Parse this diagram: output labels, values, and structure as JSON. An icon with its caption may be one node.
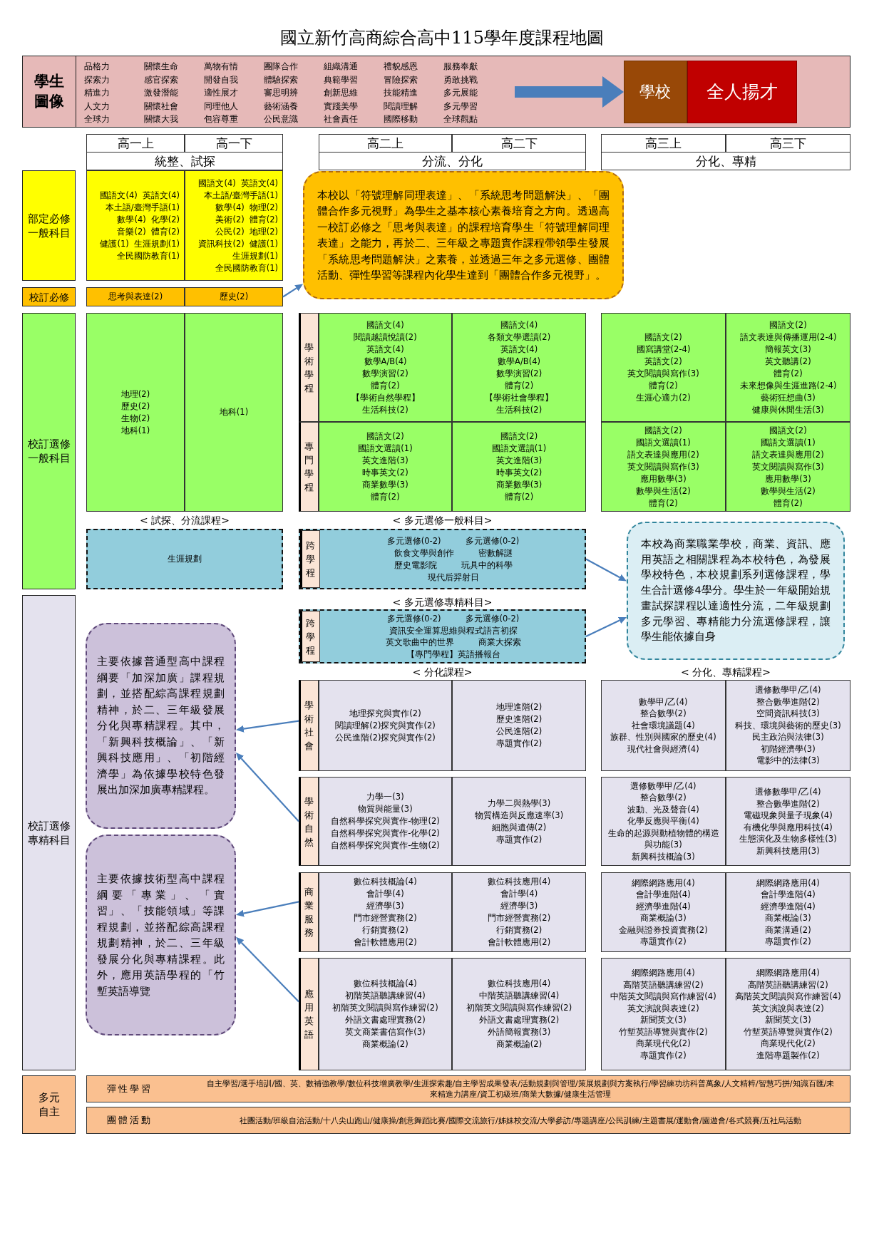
{
  "diagram": {
    "title": "國立新竹高商綜合高中115學年度課程地圖",
    "nodes": [
      {
        "text": [
          "學生圖像",
          "品格力",
          "關懷生命",
          "萬物有情",
          "團隊合作",
          "組織溝通",
          "禮貌感恩",
          "服務奉獻",
          "探索力",
          "感官探索",
          "開發自我",
          "體驗探索",
          "典範學習",
          "冒險探索",
          "勇敢挑戰",
          "精進力",
          "激發潛能",
          "適性展才",
          "審思明辨",
          "創新思維",
          "技能精進",
          "多元展能",
          "人文力",
          "關懷社會",
          "同理他人",
          "藝術涵養",
          "實踐美學",
          "閱讀理解",
          "多元學習",
          "全球力",
          "關懷大我",
          "包容尊重",
          "公民意識",
          "社會責任",
          "國際移動",
          "全球觀點"
        ]
      },
      {
        "text": [
          "學校"
        ],
        "in": 0
      },
      {
        "text": [
          "全人揚才"
        ],
        "in": 0
      },
      {
        "text": [
          "部定必修一般科目"
        ]
      },
      {
        "text": [
          "國語文(4)",
          "英語文(4)",
          "本土語/臺灣手語(1)",
          "數學(4)",
          "化學(2)",
          "音樂(2)",
          "體育(2)",
          "健護(1)",
          "生涯規劃(1)",
          "全民國防教育(1)"
        ]
      },
      {
        "text": [
          "國語文(4)",
          "英語文(4)",
          "本土語/臺灣手語(1)",
          "數學(4)",
          "物理(2)",
          "美術(2)",
          "體育(2)",
          "公民(2)",
          "地理(2)",
          "資訊科技(2)",
          "健護(1)",
          "生涯規劃(1)",
          "全民國防教育(1)"
        ]
      },
      {
        "text": [
          "本校以「符號理解同理表達」、「系統思考問題解決」、「團體合作多元視野」為學生之基本核心素養培育之方向。透過高一校訂必修之「思考與表達」的課程培育學生「符號理解同理表達」之能力，再於二、三年級之專題實作課程帶領學生發展「系統思考問題解決」之素養，並透過三年之多元選修、團體活動、彈性學習等課程內化學生達到「團體合作多元視野」。"
        ]
      },
      {
        "text": [
          "校訂必修"
        ]
      },
      {
        "text": [
          "思考與表達(2)"
        ]
      },
      {
        "text": [
          "歷史(2)"
        ]
      },
      {
        "text": [
          "校訂選修一般科目"
        ]
      },
      {
        "text": [
          "地理(2)",
          "歷史(2)",
          "生物(2)",
          "地科(1)"
        ]
      },
      {
        "text": [
          "地科(1)"
        ]
      },
      {
        "text": [
          "學術學程"
        ]
      },
      {
        "text": [
          "國語文(4)",
          "閱讀越讀悅讀(2)",
          "英語文(4)",
          "數學A/B(4)",
          "數學演習(2)",
          "體育(2)",
          "【學術自然學程】",
          "生活科技(2)"
        ]
      },
      {
        "text": [
          "國語文(4)",
          "各類文學選讀(2)",
          "英語文(4)",
          "數學A/B(4)",
          "數學演習(2)",
          "體育(2)",
          "【學術社會學程】",
          "生活科技(2)"
        ]
      },
      {
        "text": [
          "國語文(2)",
          "國寫講堂(2-4)",
          "英語文(2)",
          "英文閱讀與寫作(3)",
          "體育(2)",
          "生涯心適力(2)"
        ]
      },
      {
        "text": [
          "國語文(2)",
          "語文表達與傳播運用(2-4)",
          "簡報英文(3)",
          "英文聽講(2)",
          "體育(2)",
          "未來想像與生涯進路(2-4)",
          "藝術狂想曲(3)",
          "健康與休閒生活(3)"
        ]
      },
      {
        "text": [
          "專門學程"
        ]
      },
      {
        "text": [
          "國語文(2)",
          "國語文選讀(1)",
          "英文進階(3)",
          "時事英文(2)",
          "商業數學(3)",
          "體育(2)"
        ]
      },
      {
        "text": [
          "國語文(2)",
          "國語文選讀(1)",
          "英文進階(3)",
          "時事英文(2)",
          "商業數學(3)",
          "體育(2)"
        ]
      },
      {
        "text": [
          "國語文(2)",
          "國語文選讀(1)",
          "語文表達與應用(2)",
          "英文閱讀與寫作(3)",
          "應用數學(3)",
          "數學與生活(2)",
          "體育(2)"
        ]
      },
      {
        "text": [
          "國語文(2)",
          "國語文選讀(1)",
          "語文表達與應用(2)",
          "英文閱讀與寫作(3)",
          "應用數學(3)",
          "數學與生活(2)",
          "體育(2)"
        ]
      },
      {
        "text": [
          "生涯規劃"
        ]
      },
      {
        "text": [
          "多元選修(0-2)",
          "多元選修(0-2)",
          "飲食文學與創作",
          "密數解謎",
          "歷史電影院",
          "玩具中的科學",
          "現代后羿射日"
        ]
      },
      {
        "text": [
          "跨學程"
        ],
        "in": 24
      },
      {
        "text": [
          "本校為商業職業學校，商業、資訊、應用英語之相關課程為本校特色，為發展學校特色，本校規劃系列選修課程，學生合計選修4學分。學生於一年級開始規畫試探課程以達適性分流，二年級規劃多元學習、專精能力分流選修課程，讓學生能依據自身"
        ]
      },
      {
        "text": [
          "多元選修(0-2)",
          "多元選修(0-2)",
          "資訊安全運算思維與程式語言初探",
          "英文歌曲中的世界",
          "商業大探索",
          "【專門學程】英語播報台"
        ]
      },
      {
        "text": [
          "跨學程"
        ],
        "in": 27
      },
      {
        "text": [
          "校訂選修專精科目"
        ]
      },
      {
        "text": [
          "主要依據普通型高中課程綱要「加深加廣」課程規劃，並搭配綜高課程規劃精神，於二、三年級發展分化與專精課程。其中，「新興科技概論」、「新興科技應用」、「初階經濟學」為依據學校特色發展出加深加廣專精課程。"
        ]
      },
      {
        "text": [
          "學術社會"
        ]
      },
      {
        "text": [
          "地理探究與實作(2)",
          "閱讀理解(2)探究與實作(2)",
          "公民進階(2)探究與實作(2)"
        ]
      },
      {
        "text": [
          "地理進階(2)",
          "歷史進階(2)",
          "公民進階(2)",
          "專題實作(2)"
        ]
      },
      {
        "text": [
          "數學甲/乙(4)",
          "整合數學(2)",
          "社會環境議題(4)",
          "族群、性別與國家的歷史(4)",
          "現代社會與經濟(4)"
        ]
      },
      {
        "text": [
          "選修數學甲/乙(4)",
          "整合數學進階(2)",
          "空間資訊科技(3)",
          "科技、環境與藝術的歷史(3)",
          "民主政治與法律(3)",
          "初階經濟學(3)",
          "電影中的法律(3)"
        ]
      },
      {
        "text": [
          "學術自然"
        ]
      },
      {
        "text": [
          "力學一(3)",
          "物質與能量(3)",
          "自然科學探究與實作-物理(2)",
          "自然科學探究與實作-化學(2)",
          "自然科學探究與實作-生物(2)"
        ]
      },
      {
        "text": [
          "力學二與熱學(3)",
          "物質構造與反應速率(3)",
          "細胞與遺傳(2)",
          "專題實作(2)"
        ]
      },
      {
        "text": [
          "選修數學甲/乙(4)",
          "整合數學(2)",
          "波動、光及聲音(4)",
          "化學反應與平衡(4)",
          "生命的起源與動植物體的構造與功能(3)",
          "新興科技概論(3)"
        ]
      },
      {
        "text": [
          "選修數學甲/乙(4)",
          "整合數學進階(2)",
          "電磁現象與量子現象(4)",
          "有機化學與應用科技(4)",
          "生態演化及生物多樣性(3)",
          "新興科技應用(3)"
        ]
      },
      {
        "text": [
          "主要依據技術型高中課程綱要「專業」、「實習」、「技能領域」等課程規劃，並搭配綜高課程規劃精神，於二、三年級發展分化與專精課程。此外，應用英語學程的「竹塹英語導覽"
        ]
      },
      {
        "text": [
          "商業服務"
        ]
      },
      {
        "text": [
          "數位科技概論(4)",
          "會計學(4)",
          "經濟學(3)",
          "門市經營實務(2)",
          "行銷實務(2)",
          "會計軟體應用(2)"
        ]
      },
      {
        "text": [
          "數位科技應用(4)",
          "會計學(4)",
          "經濟學(3)",
          "門市經營實務(2)",
          "行銷實務(2)",
          "會計軟體應用(2)"
        ]
      },
      {
        "text": [
          "網際網路應用(4)",
          "會計學進階(4)",
          "經濟學進階(4)",
          "商業概論(3)",
          "金融與證券投資實務(2)",
          "專題實作(2)"
        ]
      },
      {
        "text": [
          "網際網路應用(4)",
          "會計學進階(4)",
          "經濟學進階(4)",
          "商業概論(3)",
          "商業溝通(2)",
          "專題實作(2)"
        ]
      },
      {
        "text": [
          "應用英語"
        ]
      },
      {
        "text": [
          "數位科技概論(4)",
          "初階英語聽講練習(4)",
          "初階英文閱讀與寫作練習(2)",
          "外語文書處理實務(2)",
          "英文商業書信寫作(3)",
          "商業概論(2)"
        ]
      },
      {
        "text": [
          "數位科技應用(4)",
          "中階英語聽講練習(4)",
          "初階英文閱讀與寫作練習(2)",
          "外語文書處理實務(2)",
          "外語簡報實務(3)",
          "商業概論(2)"
        ]
      },
      {
        "text": [
          "網際網路應用(4)",
          "高階英語聽講練習(2)",
          "中階英文閱讀與寫作練習(4)",
          "英文演說與表達(2)",
          "新聞英文(3)",
          "竹塹英語導覽與實作(2)",
          "商業現代化(2)",
          "專題實作(2)"
        ]
      },
      {
        "text": [
          "網際網路應用(4)",
          "高階英語聽講練習(2)",
          "高階英文閱讀與寫作練習(4)",
          "英文演說與表達(2)",
          "新聞英文(3)",
          "竹塹英語導覽與實作(2)",
          "商業現代化(2)",
          "進階專題製作(2)"
        ]
      },
      {
        "text": [
          "多元自主"
        ]
      },
      {
        "text": [
          "彈性學習",
          "自主學習/選手培訓/國、英、數補強教學/數位科技增廣教學/生涯探索趣/自主學習成果發表/活動規劃與管理/策展規劃與方案執行/學習練功坊科普萬象/人文精粹/智慧巧拼/知識百匯/未來精進力講座/資工初級班/商業大數據/健康生活管理"
        ]
      },
      {
        "text": [
          "團體活動",
          "社團活動/班級自治活動/十八尖山跑山/健康操/創意舞蹈比賽/國際交流旅行/姊妹校交流/大學參訪/專題講座/公民訓練/主題書展/運動會/園遊會/各式競賽/五社烏活動"
        ]
      }
    ],
    "edges": [
      {
        "from": null,
        "to": 1,
        "arrow": "to",
        "style": "thick"
      },
      {
        "from": 9,
        "to": 6,
        "arrow": "to"
      },
      {
        "from": 24,
        "to": 26,
        "arrow": "to"
      },
      {
        "from": 27,
        "to": 26,
        "arrow": "to"
      },
      {
        "from": 31,
        "to": 30,
        "arrow": "to"
      },
      {
        "from": 36,
        "to": 30,
        "arrow": "to"
      },
      {
        "from": 42,
        "to": 41,
        "arrow": "to"
      },
      {
        "from": 47,
        "to": 41,
        "arrow": "to"
      }
    ],
    "labels": [
      "高一上",
      "高一下",
      "高二上",
      "高二下",
      "高三上",
      "高三下",
      "統整、試探",
      "分流、分化",
      "分化、專精",
      "< 試探、分流課程>",
      "< 多元選修一般科目>",
      "< 多元選修專精科目>",
      "< 分化課程>",
      "< 分化、專精課程>"
    ]
  }
}
